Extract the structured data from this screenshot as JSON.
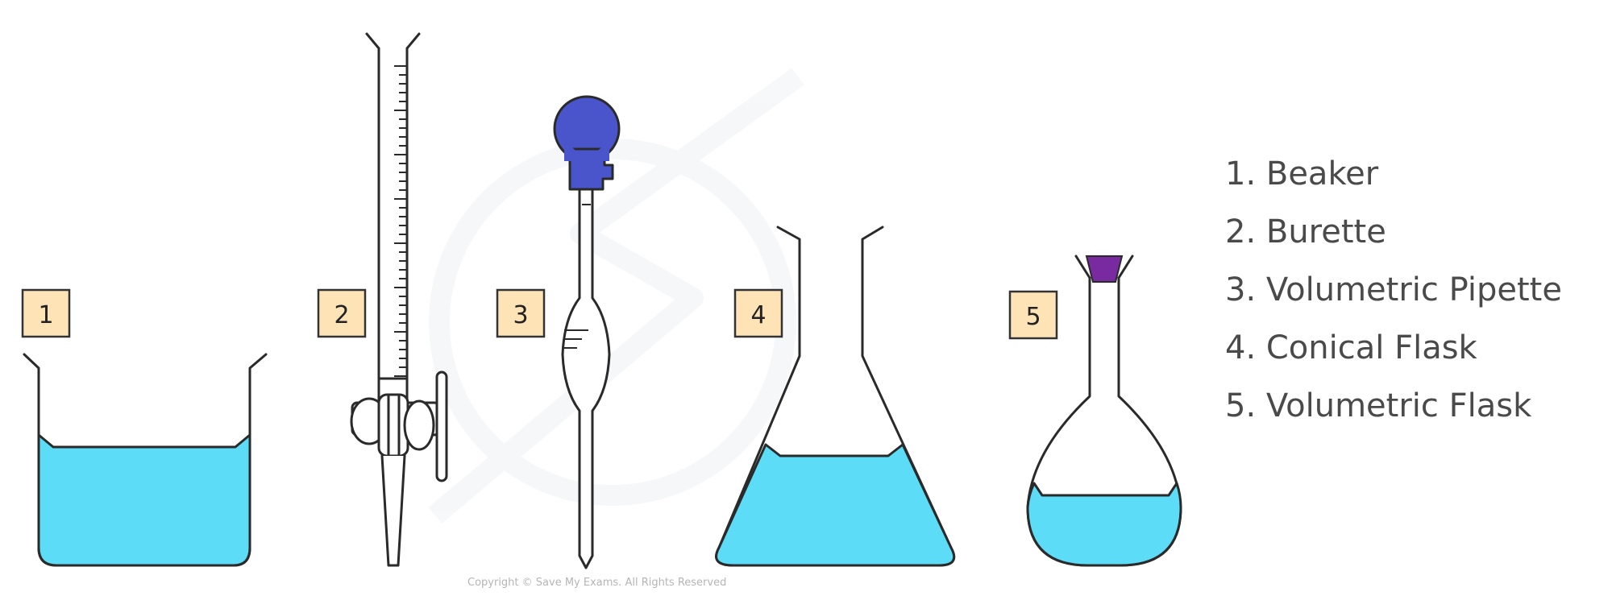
{
  "colors": {
    "liquid": "#5ddcf8",
    "pipette_bulb": "#4a55cc",
    "stopper": "#7a2aa0",
    "label_box": "#fde3b5"
  },
  "icons": [
    "beaker-icon",
    "burette-icon",
    "volumetric-pipette-icon",
    "conical-flask-icon",
    "volumetric-flask-icon"
  ],
  "labels": {
    "n1": "1",
    "n2": "2",
    "n3": "3",
    "n4": "4",
    "n5": "5"
  },
  "legend": [
    "1. Beaker",
    "2. Burette",
    "3. Volumetric Pipette",
    "4. Conical Flask",
    "5. Volumetric Flask"
  ],
  "copyright": "Copyright © Save My Exams. All Rights Reserved"
}
